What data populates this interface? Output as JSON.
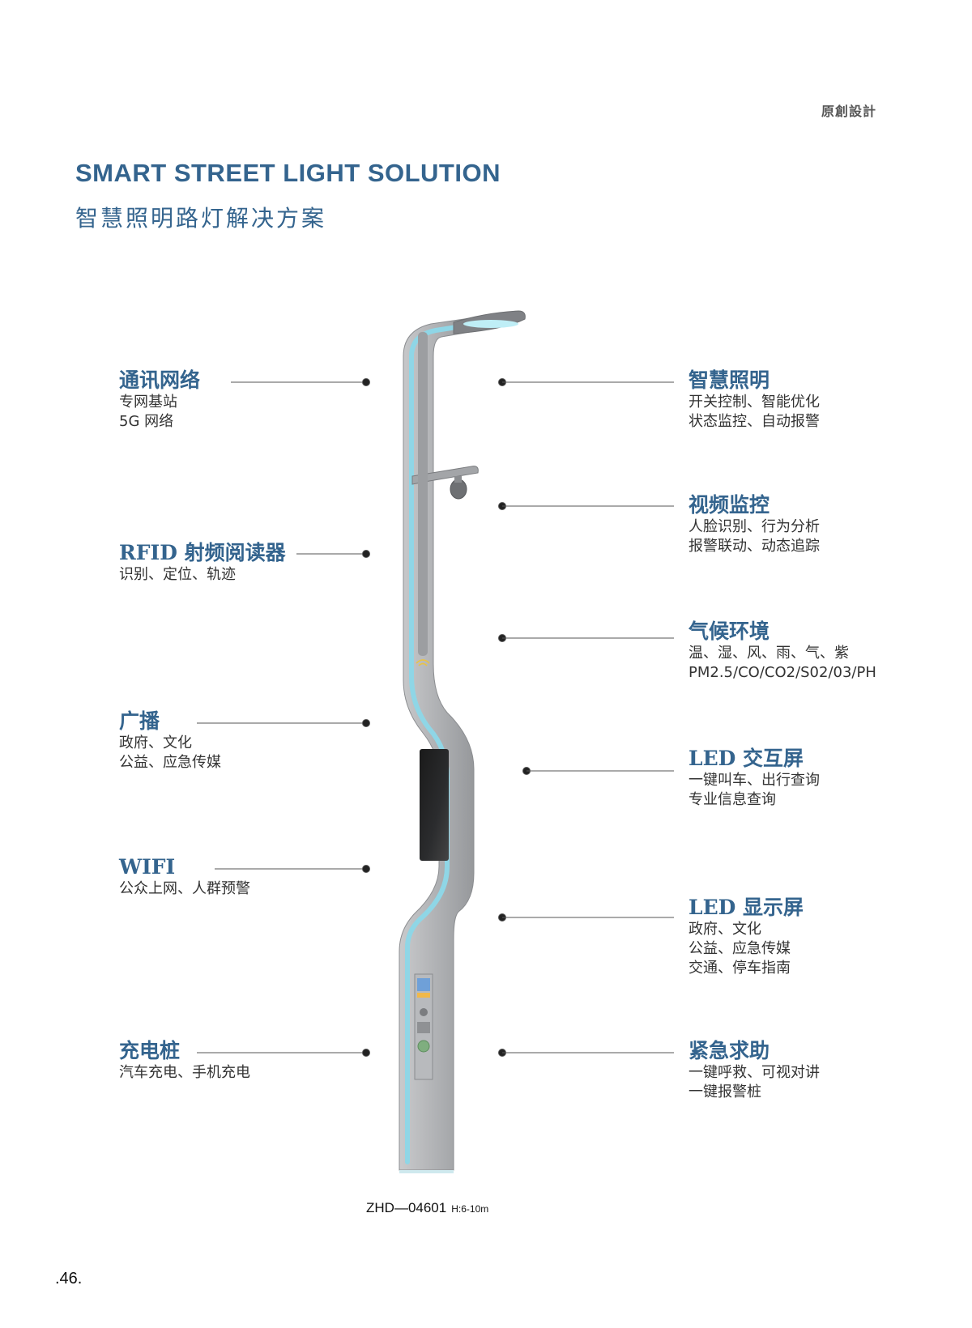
{
  "header_tag": "原創設計",
  "title_en": "SMART STREET LIGHT SOLUTION",
  "title_cn": "智慧照明路灯解决方案",
  "left_features": [
    {
      "title": "通讯网络",
      "lines": [
        "专网基站",
        "5G 网络"
      ]
    },
    {
      "title": "RFID 射频阅读器",
      "lines": [
        "识别、定位、轨迹"
      ]
    },
    {
      "title": "广播",
      "lines": [
        "政府、文化",
        "公益、应急传媒"
      ]
    },
    {
      "title": "WIFI",
      "lines": [
        "公众上网、人群预警"
      ]
    },
    {
      "title": "充电桩",
      "lines": [
        "汽车充电、手机充电"
      ]
    }
  ],
  "right_features": [
    {
      "title": "智慧照明",
      "lines": [
        "开关控制、智能优化",
        "状态监控、自动报警"
      ]
    },
    {
      "title": "视频监控",
      "lines": [
        "人脸识别、行为分析",
        "报警联动、动态追踪"
      ]
    },
    {
      "title": "气候环境",
      "lines": [
        "温、湿、风、雨、气、紫",
        "PM2.5/CO/CO2/S02/03/PH"
      ]
    },
    {
      "title": "LED 交互屏",
      "lines": [
        "一键叫车、出行查询",
        "专业信息查询"
      ]
    },
    {
      "title": "LED 显示屏",
      "lines": [
        "政府、文化",
        "公益、应急传媒",
        "交通、停车指南"
      ]
    },
    {
      "title": "紧急求助",
      "lines": [
        "一键呼救、可视对讲",
        "一键报警桩"
      ]
    }
  ],
  "model": "ZHD—04601",
  "height_range": "H:6-10m",
  "page_number": ".46.",
  "colors": {
    "accent": "#34648e",
    "glow": "#8fd6e6",
    "pole": "#a9abae"
  }
}
